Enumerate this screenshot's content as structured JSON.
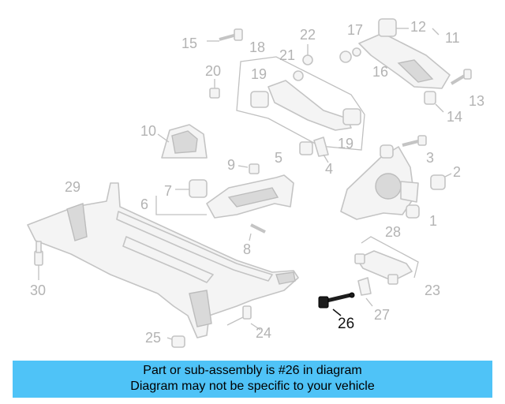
{
  "labels": {
    "l1": "1",
    "l2": "2",
    "l3": "3",
    "l4": "4",
    "l5": "5",
    "l6": "6",
    "l7": "7",
    "l8": "8",
    "l9": "9",
    "l10": "10",
    "l11": "11",
    "l12": "12",
    "l13": "13",
    "l14": "14",
    "l15": "15",
    "l16": "16",
    "l17": "17",
    "l18": "18",
    "l19a": "19",
    "l19b": "19",
    "l20": "20",
    "l21": "21",
    "l22": "22",
    "l23": "23",
    "l24": "24",
    "l25": "25",
    "l26": "26",
    "l27": "27",
    "l28": "28",
    "l29": "29",
    "l30": "30"
  },
  "highlighted_part": "26",
  "banner": {
    "line1": "Part or sub-assembly is #26 in diagram",
    "line2": "Diagram may not be specific to your vehicle"
  },
  "colors": {
    "banner_bg": "#4fc3f7",
    "label_gray": "#b3b3b3",
    "highlight": "#111111"
  }
}
